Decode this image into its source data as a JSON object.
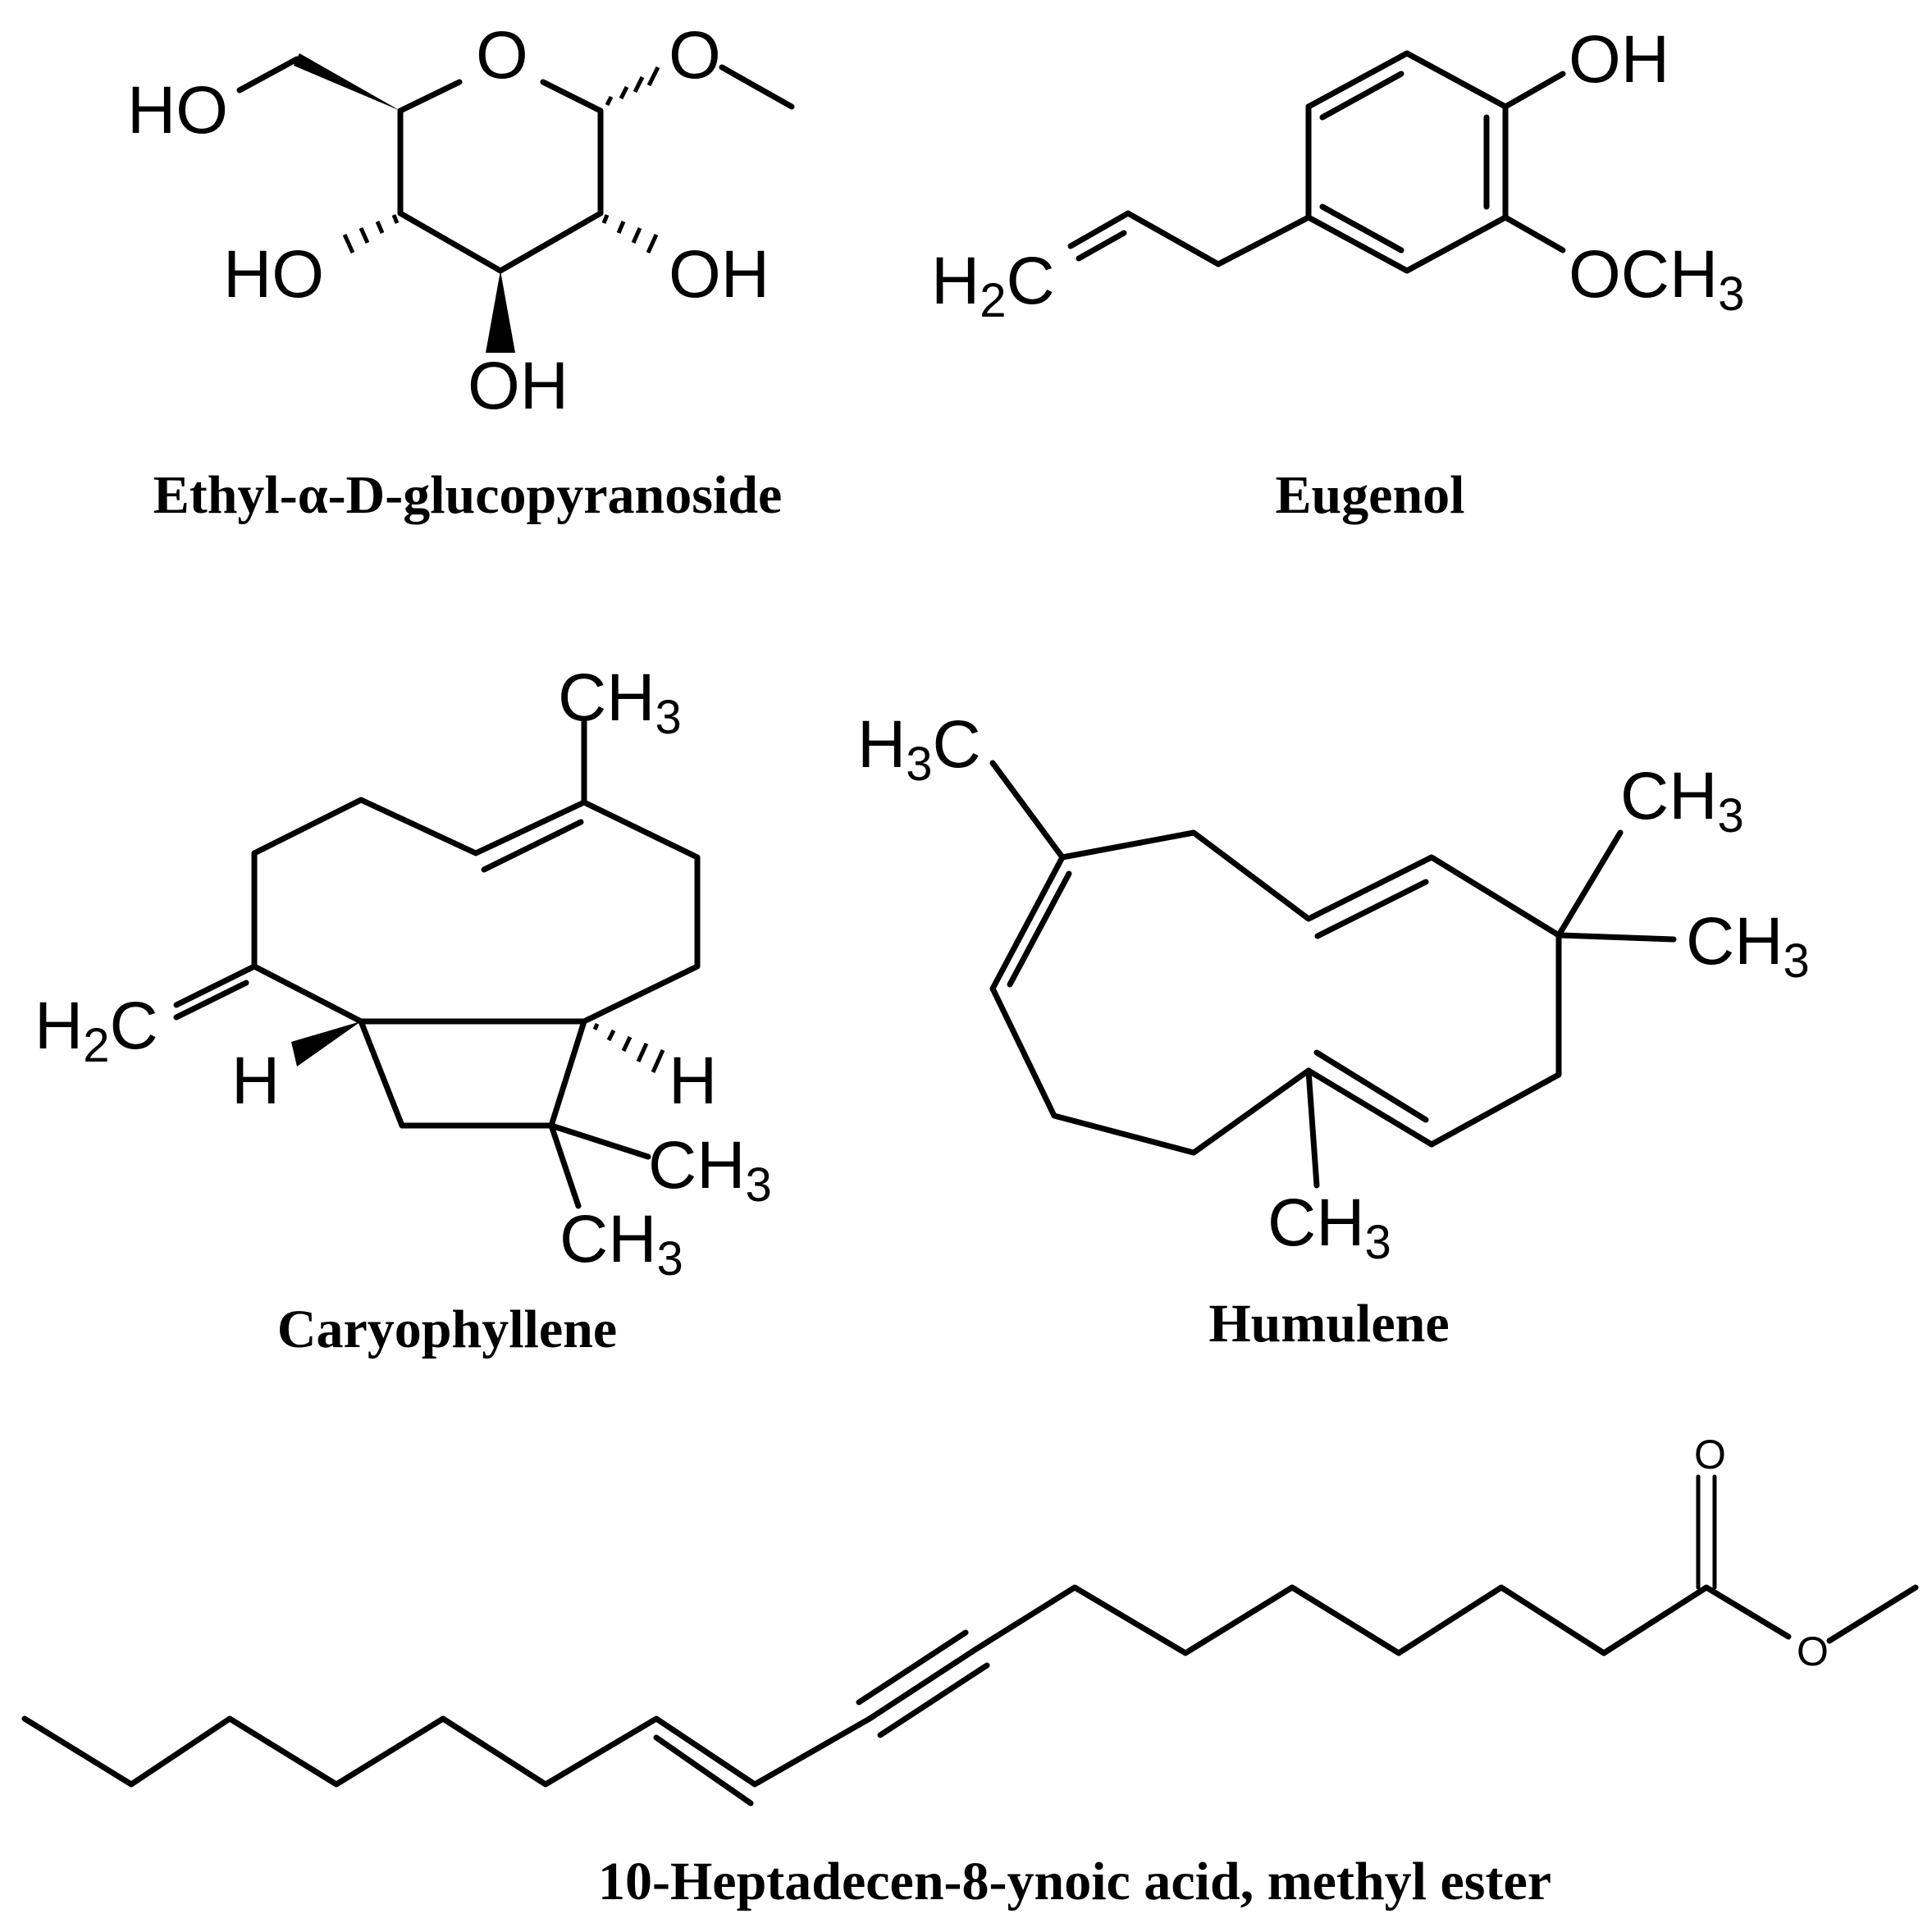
{
  "compounds": [
    {
      "name": "Ethyl-α-D-glucopyranoside",
      "labels": {
        "ring_o": "O",
        "ether_o": "O",
        "ho_ch2": "HO",
        "ho_left": "HO",
        "oh_right": "OH",
        "oh_bottom": "OH"
      }
    },
    {
      "name": "Eugenol",
      "labels": {
        "oh": "OH",
        "och3": "OCH",
        "och3_sub": "3",
        "h2c": "H",
        "h2c_sub": "2",
        "h2c_c": "C"
      }
    },
    {
      "name": "Caryophyllene",
      "labels": {
        "ch3_top": "CH",
        "ch3_sub": "3",
        "h2c": "H",
        "h2c_sub": "2",
        "h2c_c": "C",
        "h_left": "H",
        "h_right": "H",
        "ch3_a": "CH",
        "ch3_b": "CH"
      }
    },
    {
      "name": "Humulene",
      "labels": {
        "h3c": "H",
        "h3c_sub": "3",
        "h3c_c": "C",
        "ch3_a": "CH",
        "ch3_b": "CH",
        "ch3_c": "CH",
        "sub": "3"
      }
    },
    {
      "name": "10-Heptadecen-8-ynoic acid, methyl ester",
      "labels": {
        "carbonyl_o": "O",
        "ester_o": "O"
      }
    }
  ]
}
